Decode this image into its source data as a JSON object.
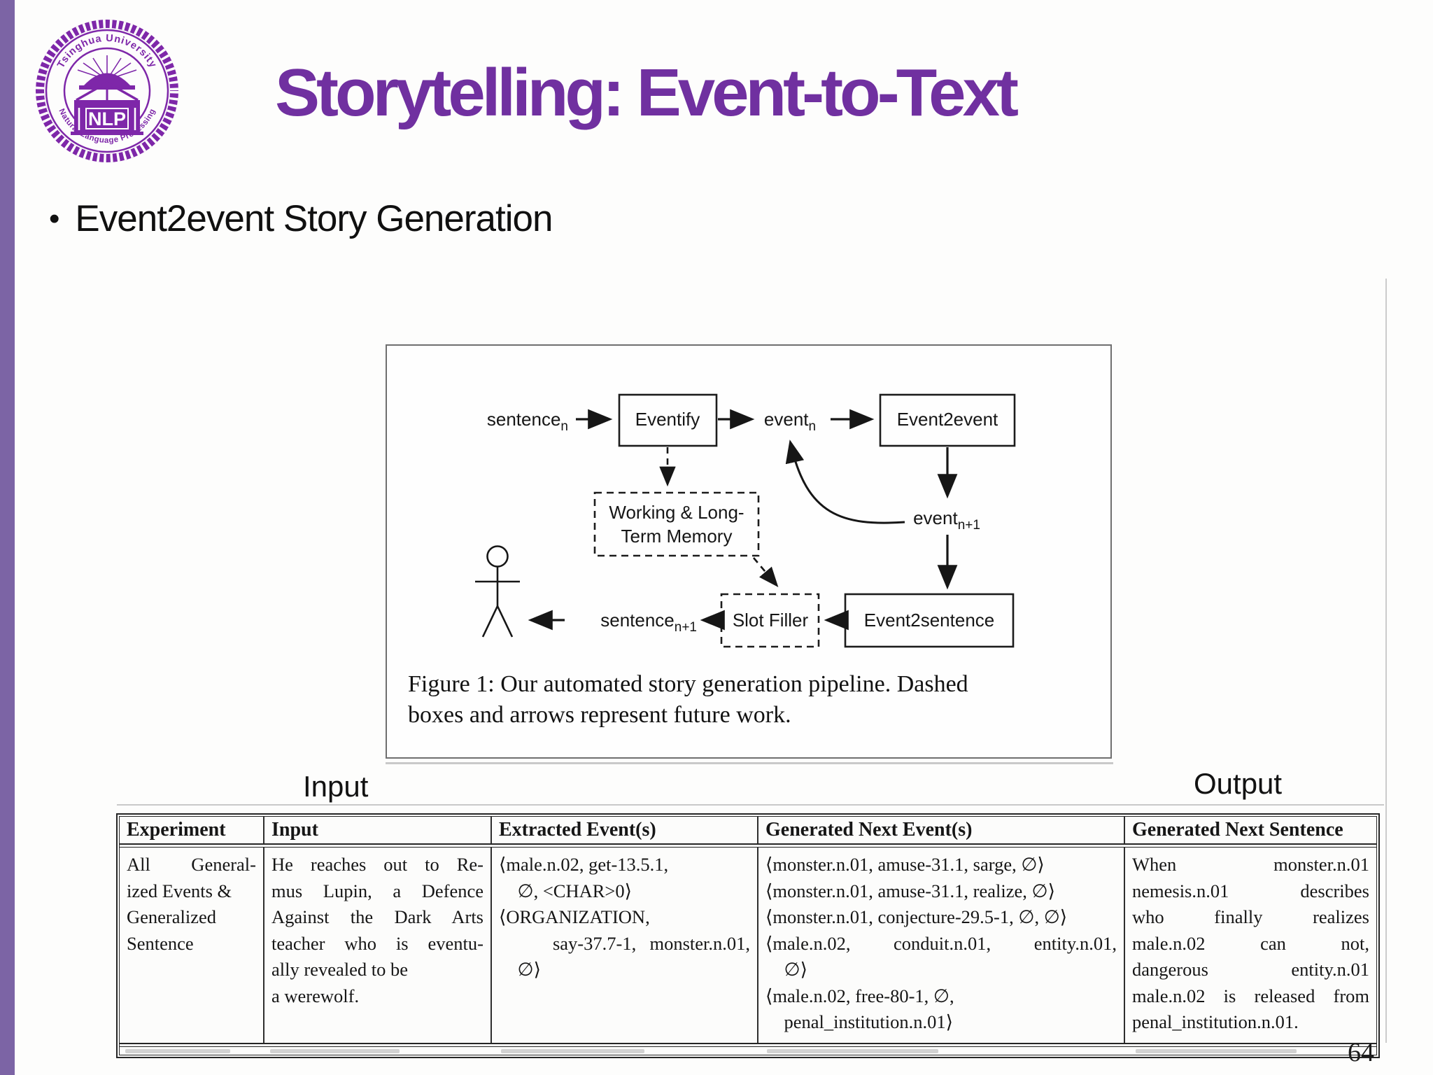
{
  "slide": {
    "title": "Storytelling: Event-to-Text",
    "bullet": "Event2event Story Generation",
    "bullet_glyph": "•",
    "page_number": "64",
    "accent_color": "#7030A0",
    "sidebar_color": "#7C64A5"
  },
  "logo": {
    "top_text": "Tsinghua University",
    "bottom_text": "Natural Language Processing",
    "center_text": "NLP",
    "color": "#7E27A9"
  },
  "annotations": {
    "input_label": "Input",
    "output_label": "Output"
  },
  "figure": {
    "caption_line1": "Figure 1: Our automated story generation pipeline. Dashed",
    "caption_line2": "boxes and arrows represent future work.",
    "nodes": {
      "eventify": "Eventify",
      "event2event": "Event2event",
      "memory_line1": "Working & Long-",
      "memory_line2": "Term Memory",
      "slot_filler": "Slot Filler",
      "event2sentence": "Event2sentence"
    },
    "labels": {
      "sentence_n_base": "sentence",
      "sentence_n_sub": "n",
      "event_n_base": "event",
      "event_n_sub": "n",
      "event_n1_base": "event",
      "event_n1_sub": "n+1",
      "sentence_n1_base": "sentence",
      "sentence_n1_sub": "n+1"
    }
  },
  "table": {
    "headers": [
      "Experiment",
      "Input",
      "Extracted Event(s)",
      "Generated Next Event(s)",
      "Generated Next Sentence"
    ],
    "row": {
      "experiment": [
        "All General-",
        "ized Events &",
        "Generalized",
        "Sentence"
      ],
      "input": [
        "He reaches out to Re-",
        "mus Lupin, a Defence",
        "Against the Dark Arts",
        "teacher who is eventu-",
        "ally revealed to be",
        "a werewolf."
      ],
      "extracted": [
        "⟨male.n.02, get-13.5.1,",
        "    ∅, <CHAR>0⟩",
        "⟨ORGANIZATION,",
        "    say-37.7-1, monster.n.01,",
        "    ∅⟩"
      ],
      "generated_events": [
        "⟨monster.n.01, amuse-31.1, sarge, ∅⟩",
        "⟨monster.n.01, amuse-31.1, realize, ∅⟩",
        "⟨monster.n.01, conjecture-29.5-1, ∅, ∅⟩",
        "⟨male.n.02, conduit.n.01, entity.n.01,",
        "    ∅⟩",
        "⟨male.n.02, free-80-1, ∅,",
        "    penal_institution.n.01⟩"
      ],
      "generated_sentence": [
        "When monster.n.01",
        "nemesis.n.01 describes",
        "who finally realizes",
        "male.n.02 can not,",
        "dangerous entity.n.01",
        "male.n.02 is released from",
        "penal_institution.n.01."
      ]
    }
  }
}
